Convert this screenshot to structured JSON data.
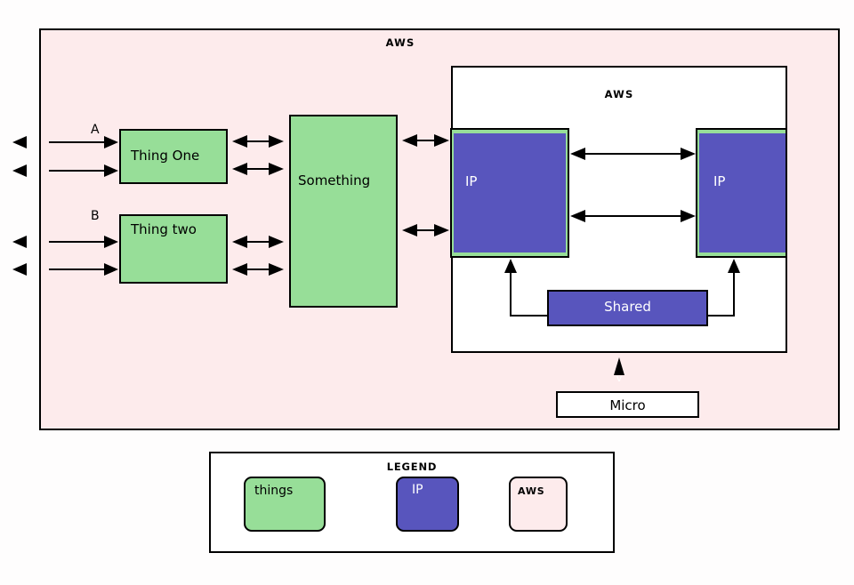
{
  "diagram": {
    "outer_container": {
      "label": "AWS",
      "fill": "#fdebec"
    },
    "inner_container": {
      "label": "AWS",
      "fill": "#ffffff"
    },
    "things": [
      {
        "id": "thing-one",
        "label": "Thing One"
      },
      {
        "id": "thing-two",
        "label": "Thing two"
      },
      {
        "id": "something",
        "label": "Something"
      }
    ],
    "ip_nodes": [
      {
        "id": "ip-left",
        "label": "IP"
      },
      {
        "id": "ip-right",
        "label": "IP"
      }
    ],
    "shared": {
      "label": "Shared"
    },
    "micro": {
      "label": "Micro"
    },
    "connector_letters": [
      {
        "id": "a",
        "label": "A"
      },
      {
        "id": "b",
        "label": "B"
      }
    ]
  },
  "legend": {
    "title": "LEGEND",
    "items": [
      {
        "id": "things",
        "label": "things",
        "color": "#97de98"
      },
      {
        "id": "ip",
        "label": "IP",
        "color": "#5855bd"
      },
      {
        "id": "aws",
        "label": "AWS",
        "color": "#fdebec"
      }
    ]
  },
  "colors": {
    "green": "#97de98",
    "blue": "#5855bd",
    "pink": "#fdebec",
    "white": "#ffffff",
    "stroke": "#000000"
  }
}
